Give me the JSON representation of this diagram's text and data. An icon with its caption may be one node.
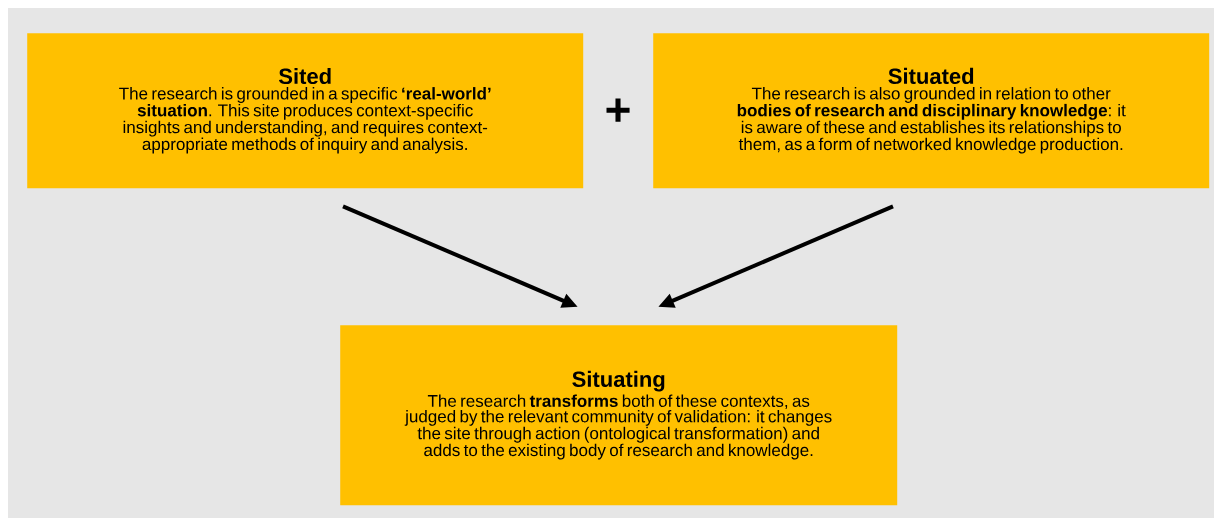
{
  "diagram": {
    "nodes": [
      {
        "text": [
          "Sited",
          "The research is grounded in a specific **‘real-world’ situation**. This site produces context-specific insights and understanding, and requires context-appropriate methods of inquiry and analysis."
        ]
      },
      {
        "text": [
          "Situated",
          "The research is also grounded in relation to other **bodies of research and disciplinary knowledge**: it is aware of these and establishes its relationships to them, as a form of networked knowledge production."
        ]
      },
      {
        "text": [
          "Situating",
          "The research **transforms** both of these contexts, as judged by the relevant community of validation: it changes the site through action (ontological transformation) and adds to the existing body of research and knowledge."
        ]
      }
    ],
    "edges": [
      {
        "from": 0,
        "to": 2,
        "arrow": "to"
      },
      {
        "from": 1,
        "to": 2,
        "arrow": "to"
      }
    ],
    "labels": [
      "+"
    ]
  }
}
